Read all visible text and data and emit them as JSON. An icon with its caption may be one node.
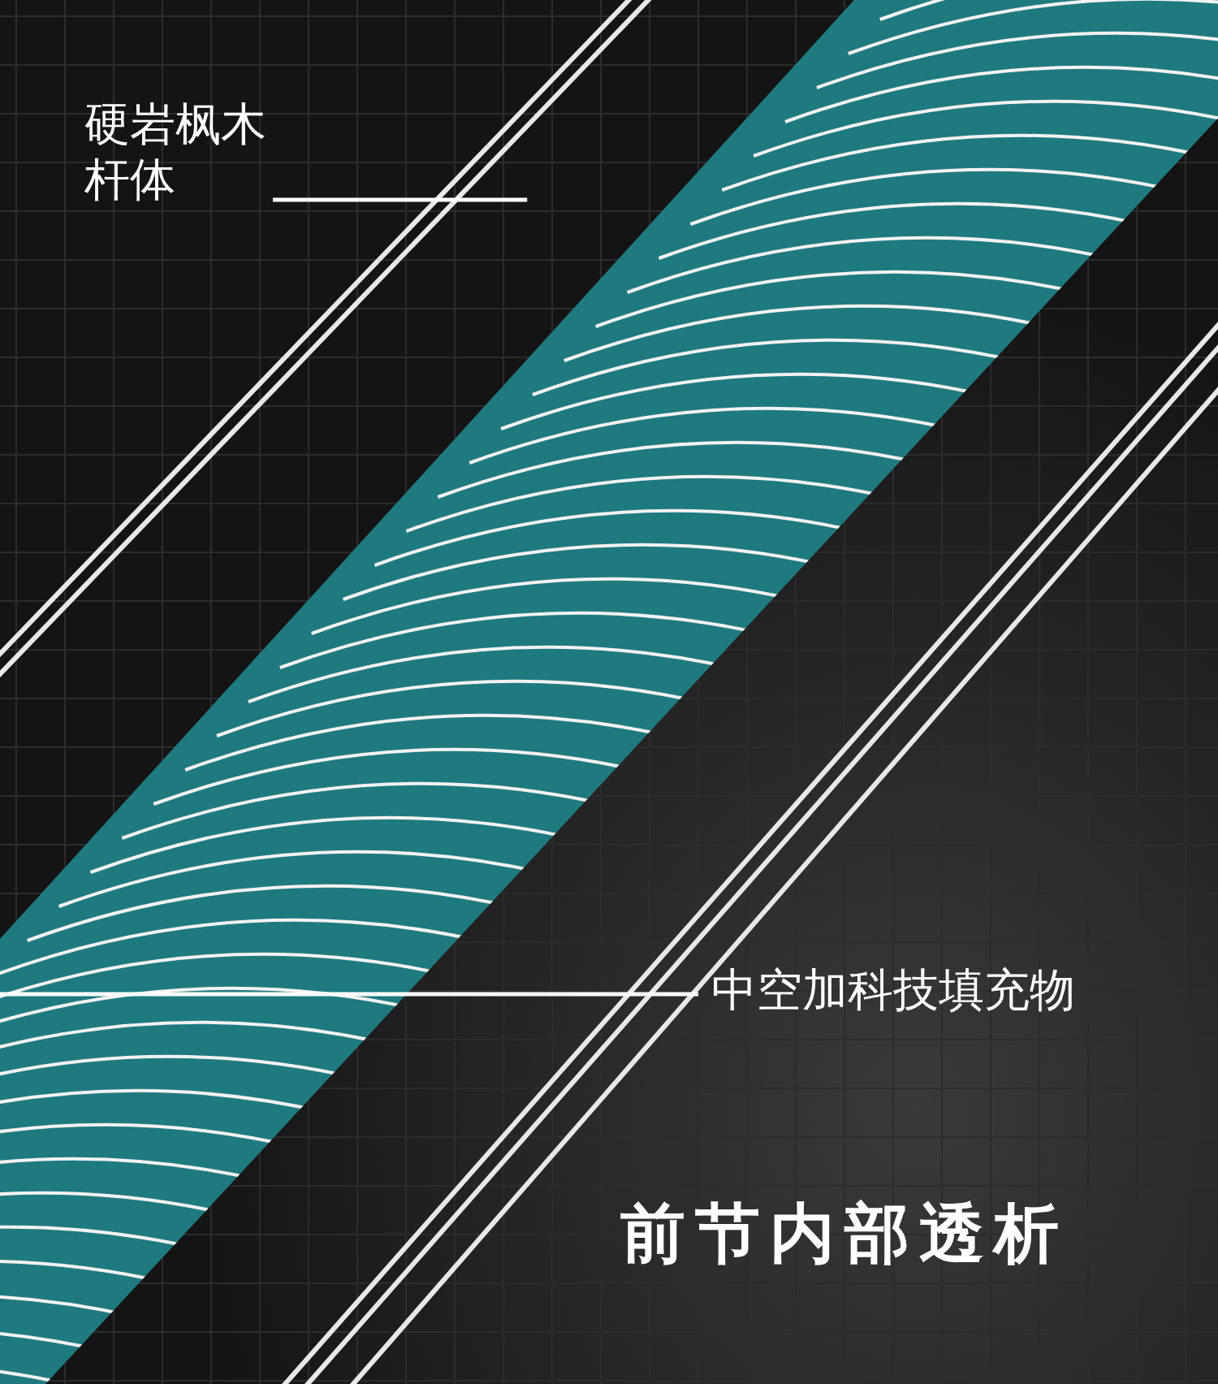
{
  "diagram": {
    "title": "前节内部透析",
    "nodes": [
      {
        "text": [
          "硬岩枫木杆体"
        ]
      },
      {
        "text": [],
        "shape": "bar"
      },
      {
        "text": [
          "中空加科技填充物"
        ]
      },
      {
        "text": [],
        "shape": "bar"
      }
    ],
    "edges": [
      {
        "from": 0,
        "to": 1,
        "arrow": "none"
      },
      {
        "from": 2,
        "to": 3,
        "arrow": "none"
      }
    ]
  }
}
